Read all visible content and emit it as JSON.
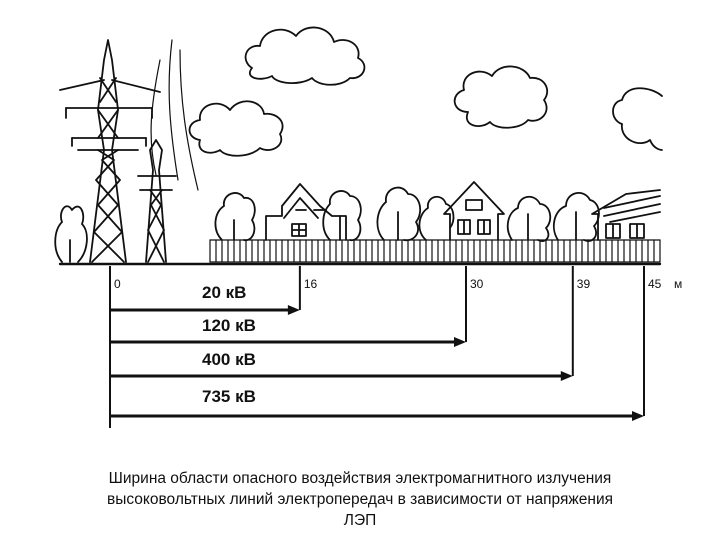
{
  "scale": {
    "unit": "м",
    "ticks": [
      {
        "value": 0,
        "label": "0"
      },
      {
        "value": 16,
        "label": "16"
      },
      {
        "value": 30,
        "label": "30"
      },
      {
        "value": 39,
        "label": "39"
      },
      {
        "value": 45,
        "label": "45"
      }
    ]
  },
  "zones": [
    {
      "voltage": "20 кВ",
      "distance": 16
    },
    {
      "voltage": "120 кВ",
      "distance": 30
    },
    {
      "voltage": "400 кВ",
      "distance": 39
    },
    {
      "voltage": "735 кВ",
      "distance": 45
    }
  ],
  "caption": {
    "line1": "Ширина области опасного воздействия электромагнитного излучения",
    "line2": "высоковольтных линий электропередач в зависимости от напряжения",
    "line3": "ЛЭП"
  }
}
